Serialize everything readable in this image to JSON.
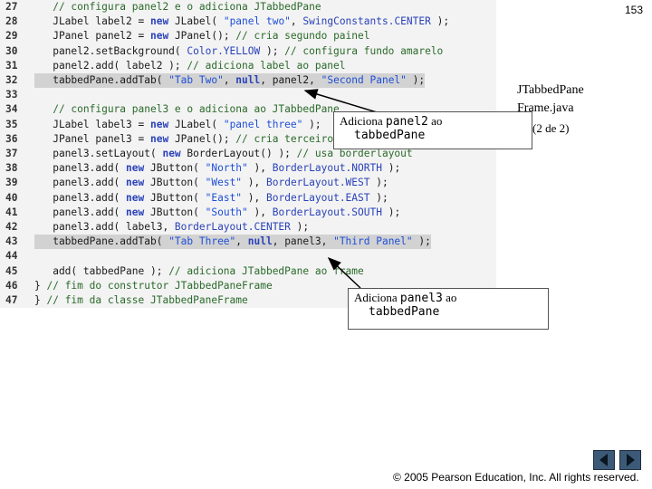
{
  "page_number": "153",
  "slide_title": {
    "line1": "JTabbedPane",
    "line2": "Frame.java",
    "line3": "(2 de 2)"
  },
  "code_lines": [
    {
      "ln": "27",
      "hl": false,
      "tokens": [
        {
          "t": "cmt",
          "v": "   // configura panel2 e o adiciona JTabbedPane"
        }
      ]
    },
    {
      "ln": "28",
      "hl": false,
      "tokens": [
        {
          "t": "plain",
          "v": "   JLabel label2 = "
        },
        {
          "t": "kw",
          "v": "new"
        },
        {
          "t": "plain",
          "v": " JLabel( "
        },
        {
          "t": "str",
          "v": "\"panel two\""
        },
        {
          "t": "plain",
          "v": ", "
        },
        {
          "t": "const",
          "v": "SwingConstants.CENTER"
        },
        {
          "t": "plain",
          "v": " );"
        }
      ]
    },
    {
      "ln": "29",
      "hl": false,
      "tokens": [
        {
          "t": "plain",
          "v": "   JPanel panel2 = "
        },
        {
          "t": "kw",
          "v": "new"
        },
        {
          "t": "plain",
          "v": " JPanel(); "
        },
        {
          "t": "cmt",
          "v": "// cria segundo painel"
        }
      ]
    },
    {
      "ln": "30",
      "hl": false,
      "tokens": [
        {
          "t": "plain",
          "v": "   panel2.setBackground( "
        },
        {
          "t": "const",
          "v": "Color.YELLOW"
        },
        {
          "t": "plain",
          "v": " ); "
        },
        {
          "t": "cmt",
          "v": "// configura fundo amarelo"
        }
      ]
    },
    {
      "ln": "31",
      "hl": false,
      "tokens": [
        {
          "t": "plain",
          "v": "   panel2.add( label2 ); "
        },
        {
          "t": "cmt",
          "v": "// adiciona label ao panel"
        }
      ]
    },
    {
      "ln": "32",
      "hl": true,
      "tokens": [
        {
          "t": "plain",
          "v": "   tabbedPane.addTab( "
        },
        {
          "t": "str",
          "v": "\"Tab Two\""
        },
        {
          "t": "plain",
          "v": ", "
        },
        {
          "t": "kw",
          "v": "null"
        },
        {
          "t": "plain",
          "v": ", panel2, "
        },
        {
          "t": "str",
          "v": "\"Second Panel\""
        },
        {
          "t": "plain",
          "v": " );"
        }
      ]
    },
    {
      "ln": "33",
      "hl": false,
      "tokens": []
    },
    {
      "ln": "34",
      "hl": false,
      "tokens": [
        {
          "t": "cmt",
          "v": "   // configura panel3 e o adiciona ao JTabbedPane"
        }
      ]
    },
    {
      "ln": "35",
      "hl": false,
      "tokens": [
        {
          "t": "plain",
          "v": "   JLabel label3 = "
        },
        {
          "t": "kw",
          "v": "new"
        },
        {
          "t": "plain",
          "v": " JLabel( "
        },
        {
          "t": "str",
          "v": "\"panel three\""
        },
        {
          "t": "plain",
          "v": " );"
        }
      ]
    },
    {
      "ln": "36",
      "hl": false,
      "tokens": [
        {
          "t": "plain",
          "v": "   JPanel panel3 = "
        },
        {
          "t": "kw",
          "v": "new"
        },
        {
          "t": "plain",
          "v": " JPanel(); "
        },
        {
          "t": "cmt",
          "v": "// cria terceiro painel"
        }
      ]
    },
    {
      "ln": "37",
      "hl": false,
      "tokens": [
        {
          "t": "plain",
          "v": "   panel3.setLayout( "
        },
        {
          "t": "kw",
          "v": "new"
        },
        {
          "t": "plain",
          "v": " BorderLayout() ); "
        },
        {
          "t": "cmt",
          "v": "// usa borderlayout"
        }
      ]
    },
    {
      "ln": "38",
      "hl": false,
      "tokens": [
        {
          "t": "plain",
          "v": "   panel3.add( "
        },
        {
          "t": "kw",
          "v": "new"
        },
        {
          "t": "plain",
          "v": " JButton( "
        },
        {
          "t": "str",
          "v": "\"North\""
        },
        {
          "t": "plain",
          "v": " ), "
        },
        {
          "t": "const",
          "v": "BorderLayout.NORTH"
        },
        {
          "t": "plain",
          "v": " );"
        }
      ]
    },
    {
      "ln": "39",
      "hl": false,
      "tokens": [
        {
          "t": "plain",
          "v": "   panel3.add( "
        },
        {
          "t": "kw",
          "v": "new"
        },
        {
          "t": "plain",
          "v": " JButton( "
        },
        {
          "t": "str",
          "v": "\"West\""
        },
        {
          "t": "plain",
          "v": " ), "
        },
        {
          "t": "const",
          "v": "BorderLayout.WEST"
        },
        {
          "t": "plain",
          "v": " );"
        }
      ]
    },
    {
      "ln": "40",
      "hl": false,
      "tokens": [
        {
          "t": "plain",
          "v": "   panel3.add( "
        },
        {
          "t": "kw",
          "v": "new"
        },
        {
          "t": "plain",
          "v": " JButton( "
        },
        {
          "t": "str",
          "v": "\"East\""
        },
        {
          "t": "plain",
          "v": " ), "
        },
        {
          "t": "const",
          "v": "BorderLayout.EAST"
        },
        {
          "t": "plain",
          "v": " );"
        }
      ]
    },
    {
      "ln": "41",
      "hl": false,
      "tokens": [
        {
          "t": "plain",
          "v": "   panel3.add( "
        },
        {
          "t": "kw",
          "v": "new"
        },
        {
          "t": "plain",
          "v": " JButton( "
        },
        {
          "t": "str",
          "v": "\"South\""
        },
        {
          "t": "plain",
          "v": " ), "
        },
        {
          "t": "const",
          "v": "BorderLayout.SOUTH"
        },
        {
          "t": "plain",
          "v": " );"
        }
      ]
    },
    {
      "ln": "42",
      "hl": false,
      "tokens": [
        {
          "t": "plain",
          "v": "   panel3.add( label3, "
        },
        {
          "t": "const",
          "v": "BorderLayout.CENTER"
        },
        {
          "t": "plain",
          "v": " );"
        }
      ]
    },
    {
      "ln": "43",
      "hl": true,
      "tokens": [
        {
          "t": "plain",
          "v": "   tabbedPane.addTab( "
        },
        {
          "t": "str",
          "v": "\"Tab Three\""
        },
        {
          "t": "plain",
          "v": ", "
        },
        {
          "t": "kw",
          "v": "null"
        },
        {
          "t": "plain",
          "v": ", panel3, "
        },
        {
          "t": "str",
          "v": "\"Third Panel\""
        },
        {
          "t": "plain",
          "v": " );"
        }
      ]
    },
    {
      "ln": "44",
      "hl": false,
      "tokens": []
    },
    {
      "ln": "45",
      "hl": false,
      "tokens": [
        {
          "t": "plain",
          "v": "   add( tabbedPane ); "
        },
        {
          "t": "cmt",
          "v": "// adiciona JTabbedPane ao frame"
        }
      ]
    },
    {
      "ln": "46",
      "hl": false,
      "tokens": [
        {
          "t": "plain",
          "v": "} "
        },
        {
          "t": "cmt",
          "v": "// fim do construtor JTabbedPaneFrame"
        }
      ]
    },
    {
      "ln": "47",
      "hl": false,
      "tokens": [
        {
          "t": "plain",
          "v": "} "
        },
        {
          "t": "cmt",
          "v": "// fim da classe JTabbedPaneFrame"
        }
      ]
    }
  ],
  "callout1": {
    "prefix": "Adiciona ",
    "code": "panel2",
    "suffix": " ao",
    "line2": "tabbedPane"
  },
  "callout2": {
    "prefix": "Adiciona ",
    "code": "panel3",
    "suffix": " ao",
    "line2": "tabbedPane"
  },
  "nav": {
    "prev_icon": "arrow-left-icon",
    "next_icon": "arrow-right-icon"
  },
  "colors": {
    "accent": "#3c5a78",
    "highlight": "#d2d2d2"
  },
  "footer": "© 2005 Pearson Education, Inc.  All rights reserved."
}
